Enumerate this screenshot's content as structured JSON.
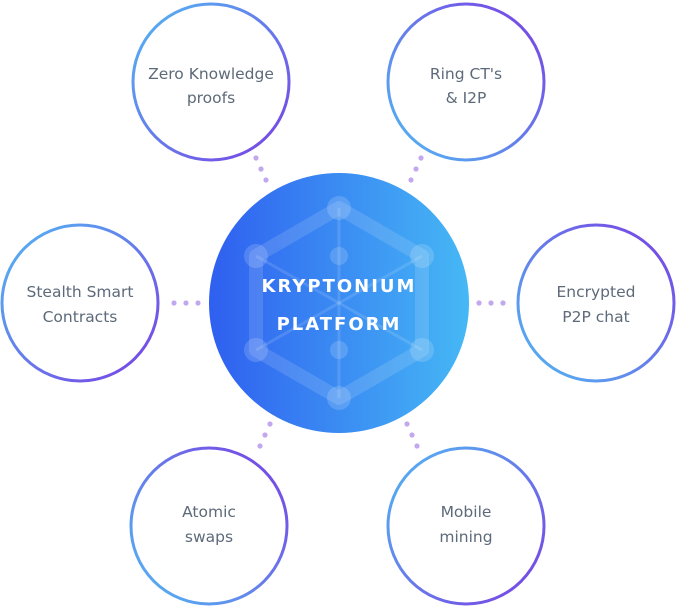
{
  "center": {
    "line1": "KRYPTONIUM",
    "line2": "PLATFORM"
  },
  "nodes": [
    {
      "id": "zero-knowledge-proofs",
      "line1": "Zero Knowledge",
      "line2": "proofs"
    },
    {
      "id": "ring-ct-i2p",
      "line1": "Ring CT's",
      "line2": "& I2P"
    },
    {
      "id": "stealth-smart-contracts",
      "line1": "Stealth Smart",
      "line2": "Contracts"
    },
    {
      "id": "encrypted-p2p-chat",
      "line1": "Encrypted",
      "line2": "P2P chat"
    },
    {
      "id": "atomic-swaps",
      "line1": "Atomic",
      "line2": "swaps"
    },
    {
      "id": "mobile-mining",
      "line1": "Mobile",
      "line2": "mining"
    }
  ],
  "colors": {
    "center_gradient_start": "#2f5ff0",
    "center_gradient_end": "#46b8f5",
    "ring_gradient_purple": "#7a3fe4",
    "ring_gradient_blue": "#52b8f2",
    "label_text": "#5d6a7a",
    "connector_dots": "#c2a8ee"
  }
}
